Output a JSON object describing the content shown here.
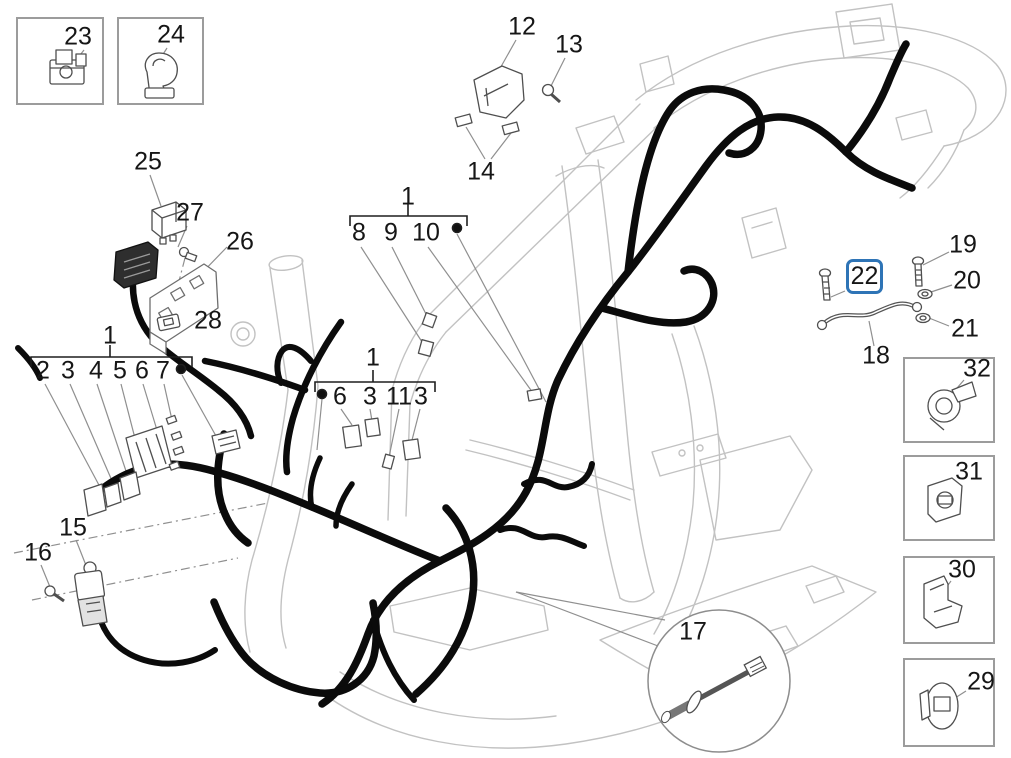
{
  "callouts": {
    "n12": "12",
    "n13": "13",
    "n14": "14",
    "n15": "15",
    "n16": "16",
    "n17": "17",
    "n18": "18",
    "n19": "19",
    "n20": "20",
    "n21": "21",
    "n22": "22",
    "n23": "23",
    "n24": "24",
    "n25": "25",
    "n26": "26",
    "n27": "27",
    "n28": "28",
    "n29": "29",
    "n30": "30",
    "n31": "31",
    "n32": "32"
  },
  "groups": {
    "top": {
      "label": "1",
      "items": [
        "8",
        "9",
        "10"
      ]
    },
    "mid": {
      "label": "1",
      "items": [
        "6",
        "3",
        "11",
        "3"
      ]
    },
    "left": {
      "label": "1",
      "items": [
        "2",
        "3",
        "4",
        "5",
        "6",
        "7"
      ]
    }
  },
  "highlight": {
    "selected_part": "22",
    "box_color": "#2e74b6"
  },
  "colors": {
    "frame_gray": "#c2c2c2",
    "leader_gray": "#8f8f8f",
    "harness_black": "#0b0b0b",
    "part_box_border": "#9c9c9c"
  }
}
